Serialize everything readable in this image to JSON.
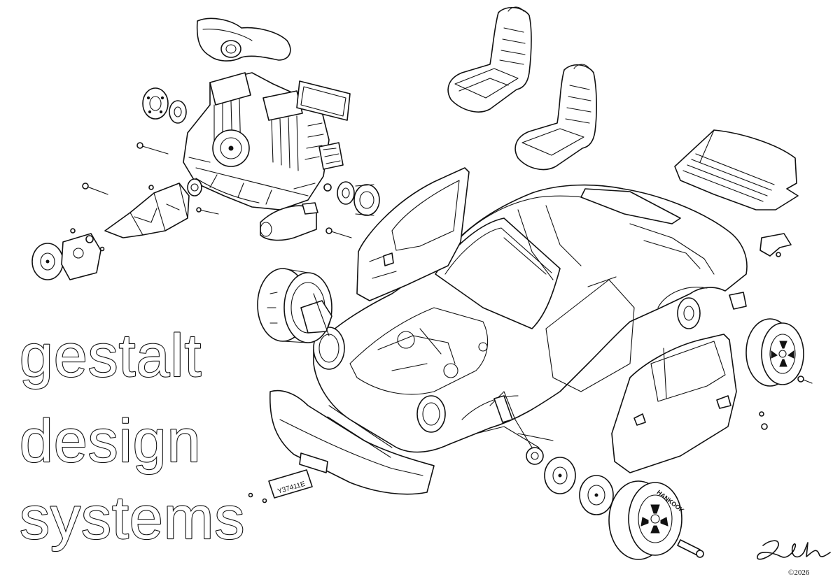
{
  "title": {
    "lines": [
      "gestalt",
      "design",
      "systems"
    ]
  },
  "parts": {
    "license_plate": "Y37411E",
    "tire_brand": "HANKOOK",
    "copyright": "©2026"
  },
  "signature": {
    "style": "handwritten",
    "color": "#111111"
  },
  "colors": {
    "ink": "#111111",
    "paper": "#ffffff"
  }
}
